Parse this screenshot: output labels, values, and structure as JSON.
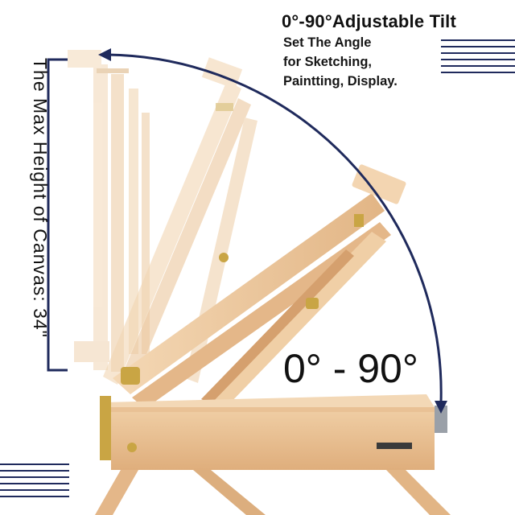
{
  "headline": "0°-90°Adjustable Tilt",
  "sub_lines": [
    "Set The Angle",
    "for Sketching,",
    "Paintting, Display."
  ],
  "height_label": "The Max Height of Canvas: 34\"",
  "angle_range_label": "0° - 90°",
  "colors": {
    "accent_navy": "#1f2a5c",
    "wood_light": "#f2d4b0",
    "wood_mid": "#e8bf8f",
    "wood_dark": "#c99566",
    "brass": "#c9a544",
    "background": "#ffffff"
  }
}
